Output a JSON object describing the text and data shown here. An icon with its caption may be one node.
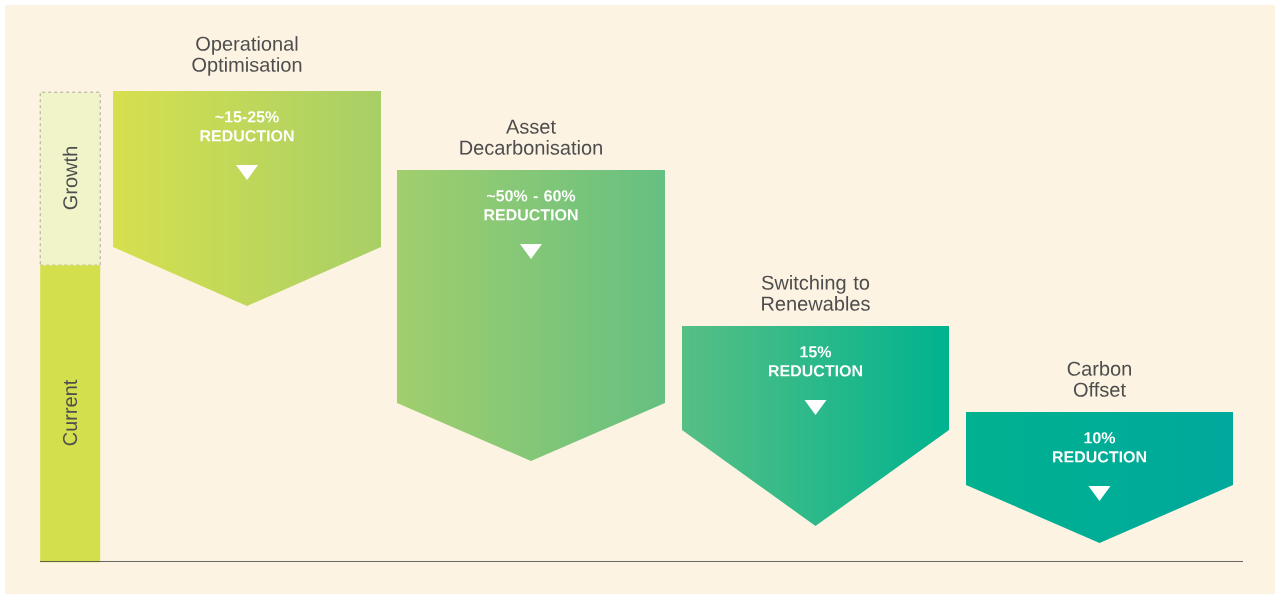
{
  "diagram": {
    "nodes": [
      {
        "text": [
          "Growth"
        ]
      },
      {
        "text": [
          "Current"
        ]
      },
      {
        "text": [
          "Operational Optimisation",
          "~15-25% REDUCTION"
        ]
      },
      {
        "text": [
          "Asset Decarbonisation",
          "~50% - 60% REDUCTION"
        ]
      },
      {
        "text": [
          "Switching to Renewables",
          "15% REDUCTION"
        ]
      },
      {
        "text": [
          "Carbon Offset",
          "10% REDUCTION"
        ]
      }
    ],
    "edges": []
  }
}
